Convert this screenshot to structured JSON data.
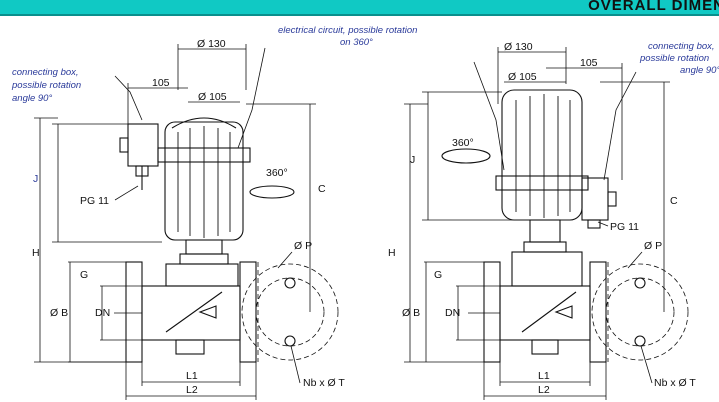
{
  "header": {
    "title": "OVERALL DIMEN"
  },
  "left_view": {
    "note_box": [
      "connecting box,",
      "possible rotation",
      "angle 90°"
    ],
    "note_circuit": [
      "electrical circuit, possible rotation",
      "on 360°"
    ],
    "labels": {
      "d130": "Ø 130",
      "d105": "Ø 105",
      "w105": "105",
      "rot": "360°",
      "j": "J",
      "pg": "PG 11",
      "c": "C",
      "h": "H",
      "p": "Ø P",
      "g": "G",
      "b": "Ø B",
      "dn": "DN",
      "l1": "L1",
      "l2": "L2",
      "nbt": "Nb x Ø T"
    }
  },
  "right_view": {
    "note_box": [
      "connecting box,",
      "possible rotation",
      "angle 90°"
    ],
    "labels": {
      "d130": "Ø 130",
      "d105": "Ø 105",
      "w105": "105",
      "rot": "360°",
      "j": "J",
      "pg": "PG 11",
      "c": "C",
      "h": "H",
      "p": "Ø P",
      "g": "G",
      "b": "Ø B",
      "dn": "DN",
      "l1": "L1",
      "l2": "L2",
      "nbt": "Nb x Ø T"
    }
  }
}
